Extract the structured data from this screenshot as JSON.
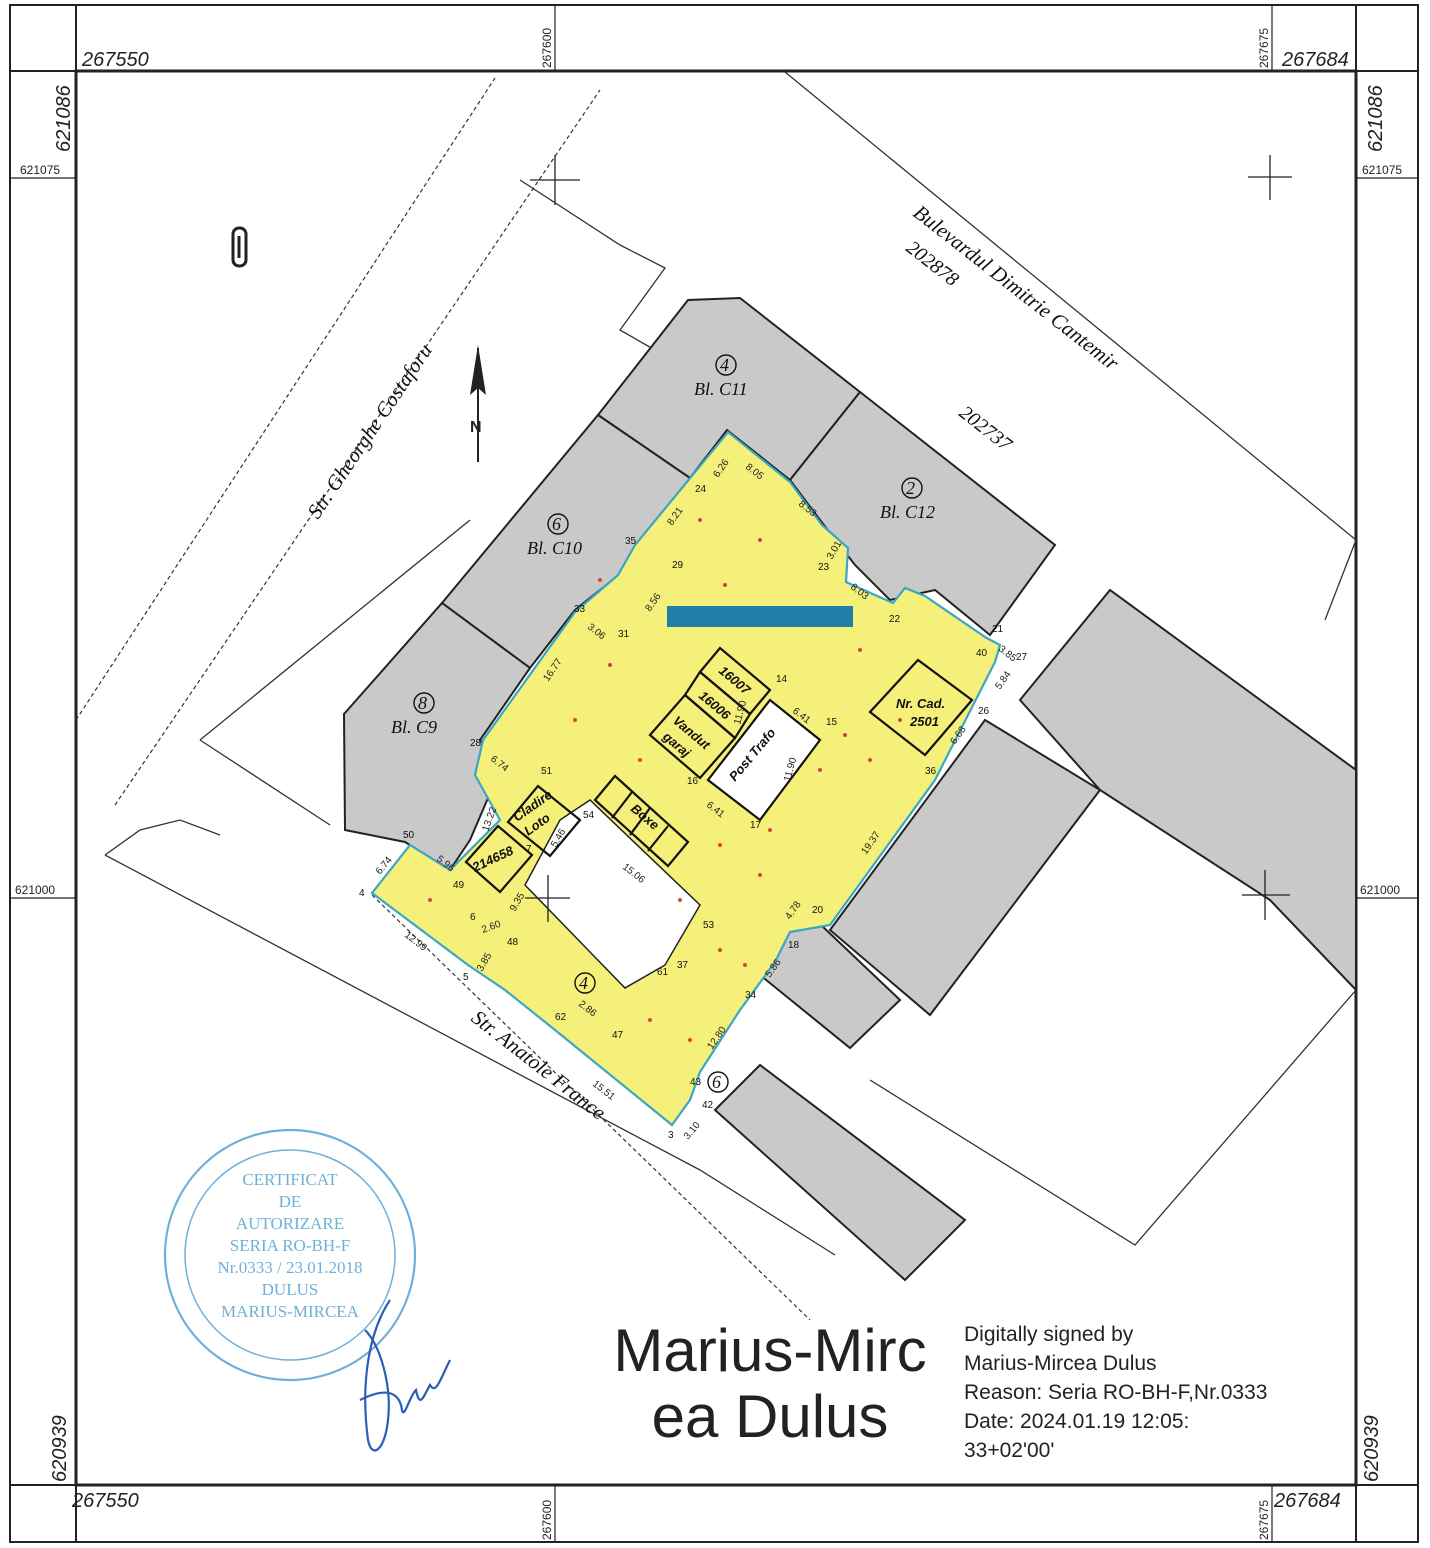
{
  "coordinates": {
    "x_left": "267550",
    "x_mid": "267600",
    "x_right_small": "267675",
    "x_right": "267684",
    "y_top": "621086",
    "y_upper": "621075",
    "y_mid": "621000",
    "y_bottom": "620939"
  },
  "streets": {
    "gheorghe": "Str. Gheorghe Costaforu",
    "cantemir": "Bulevardul Dimitrie Cantemir",
    "anatole": "Str. Anatole France"
  },
  "parcels": {
    "p1": "202878",
    "p2": "202737"
  },
  "blocks": [
    {
      "number": "4",
      "label": "Bl. C11"
    },
    {
      "number": "2",
      "label": "Bl. C12"
    },
    {
      "number": "6",
      "label": "Bl. C10"
    },
    {
      "number": "8",
      "label": "Bl. C9"
    }
  ],
  "house_numbers": {
    "south_4": "4",
    "south_6": "6"
  },
  "inner_labels": {
    "l16007": "16007",
    "l16006": "16006",
    "vandut": "Vandut",
    "garaj": "garaj",
    "post_trafo": "Post Trafo",
    "nr_cad": "Nr. Cad.",
    "nr_cad_val": "2501",
    "cladire": "Cladire",
    "loto": "Loto",
    "l214658": "214658",
    "boxe": "Boxe"
  },
  "points": {
    "p35": "35",
    "p29": "29",
    "p24": "24",
    "p23": "23",
    "p22": "22",
    "p40": "40",
    "p21": "21",
    "p26": "26",
    "p36": "36",
    "p15": "15",
    "p14": "14",
    "p16": "16",
    "p17": "17",
    "p51": "51",
    "p54": "54",
    "p49": "49",
    "p4": "4",
    "p5": "5",
    "p6": "6",
    "p48": "48",
    "p53": "53",
    "p20": "20",
    "p18": "18",
    "p34": "34",
    "p37": "37",
    "p47": "47",
    "p43": "43",
    "p42": "42",
    "p3": "3",
    "p31": "31",
    "p33": "33",
    "p28": "28",
    "p50": "50",
    "p27": "27",
    "p7": "7",
    "p61": "61",
    "p62": "62"
  },
  "distances": {
    "d6_26": "6.26",
    "d8_05": "8.05",
    "d8_53": "8.53",
    "d8_21": "8.21",
    "d3_01": "3.01",
    "d8_03": "8.03",
    "d8_56": "8.56",
    "d3_06": "3.06",
    "d16_77": "16.77",
    "d11_90a": "11.90",
    "d11_90b": "11.90",
    "d6_41a": "6.41",
    "d6_41b": "6.41",
    "d6_74a": "6.74",
    "d6_74b": "6.74",
    "d13_22": "13.22",
    "d5_96": "5.96",
    "d5_46": "5.46",
    "d15_06": "15.06",
    "d9_35": "9.35",
    "d12_99": "12.99",
    "d3_85a": "3.85",
    "d19_37": "19.37",
    "d4_78": "4.78",
    "d5_84": "5.84",
    "d6_68": "6.68",
    "d3_85b": "3.85",
    "d5_86": "5.86",
    "d12_80": "12.80",
    "d15_51": "15.51",
    "d3_10": "3.10",
    "d2_86": "2.86",
    "d2_60": "2.60"
  },
  "stamp": {
    "l1": "CERTIFICAT",
    "l2": "DE",
    "l3": "AUTORIZARE",
    "l4": "SERIA RO-BH-F",
    "l5": "Nr.0333 / 23.01.2018",
    "l6": "DULUS",
    "l7": "MARIUS-MIRCEA"
  },
  "signature": {
    "name_line1": "Marius-Mirc",
    "name_line2": "ea Dulus",
    "info_line1": "Digitally signed by",
    "info_line2": "Marius-Mircea Dulus",
    "info_line3": "Reason: Seria RO-BH-F,Nr.0333",
    "info_line4": "Date: 2024.01.19 12:05:",
    "info_line5": "33+02'00'"
  },
  "colors": {
    "parcel_fill": "#f5f07a",
    "parcel_border": "#3aa6c6",
    "building_fill": "#c9c9c9",
    "stamp": "#6fb0d8",
    "ink_signature": "#2a5fb5",
    "redaction_bar": "#1f7fa8"
  },
  "icons": [
    "north-arrow-icon",
    "paperclip-icon",
    "survey-cross-icon"
  ]
}
